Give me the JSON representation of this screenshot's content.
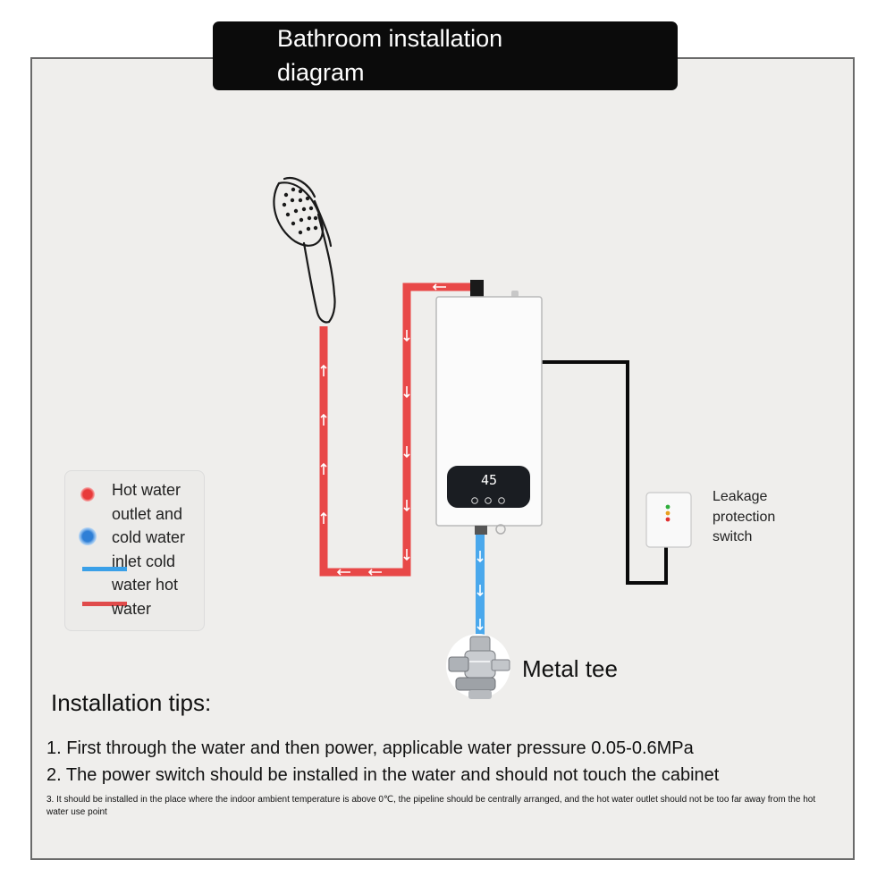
{
  "title": "Bathroom installation diagram",
  "title_lines": [
    "Bathroom installation",
    "diagram"
  ],
  "heater": {
    "display_value": "45"
  },
  "legend": {
    "text_lines": [
      "Hot water",
      "outlet and",
      "cold water",
      "inlet cold",
      "water hot",
      "water"
    ],
    "hot_color": "#e83a3a",
    "cold_color": "#2f7fd6"
  },
  "leakage_switch": {
    "label_lines": [
      "Leakage",
      "protection",
      "switch"
    ]
  },
  "metal_tee": {
    "label": "Metal tee"
  },
  "tips": {
    "heading": "Installation tips:",
    "items": [
      "1. First through the water and then power, applicable water pressure 0.05-0.6MPa",
      "2. The power switch should be installed in the water and should not touch the cabinet",
      "3. It should be installed in the place where the indoor ambient temperature is above 0℃, the pipeline should be centrally arranged, and the hot water outlet should not be too far away from the hot water use point"
    ]
  },
  "colors": {
    "hot_pipe": "#e84848",
    "cold_pipe": "#4aa8ec",
    "cable": "#0a0a0a",
    "title_bar": "#0b0b0b"
  },
  "icons": [
    "shower-head-icon",
    "water-heater-icon",
    "leakage-switch-icon",
    "metal-tee-icon",
    "arrow-icon"
  ]
}
